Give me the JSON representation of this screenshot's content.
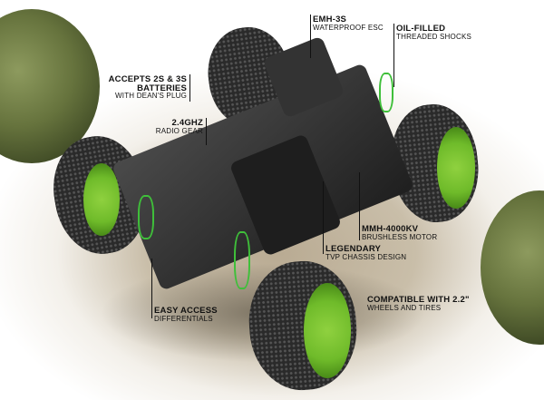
{
  "image": {
    "subject": "RC monster truck chassis with green wheels on dirt ground",
    "colors": {
      "accent_green": "#6fbb2a",
      "chassis": "#2a2a2a",
      "ground": "#bfb39d",
      "text": "#111111"
    }
  },
  "callouts": [
    {
      "title": "EMH-3S",
      "subtitle": "WATERPROOF ESC"
    },
    {
      "title": "OIL-FILLED",
      "subtitle": "THREADED SHOCKS"
    },
    {
      "title": "ACCEPTS 2S & 3S",
      "title2": "BATTERIES",
      "subtitle": "WITH DEAN'S PLUG"
    },
    {
      "title": "2.4GHZ",
      "subtitle": "RADIO GEAR"
    },
    {
      "title": "MMH-4000KV",
      "subtitle": "BRUSHLESS MOTOR"
    },
    {
      "title": "LEGENDARY",
      "subtitle": "TVP CHASSIS DESIGN"
    },
    {
      "title": "EASY ACCESS",
      "subtitle": "DIFFERENTIALS"
    },
    {
      "title": "COMPATIBLE WITH 2.2\"",
      "subtitle": "WHEELS AND TIRES"
    }
  ]
}
